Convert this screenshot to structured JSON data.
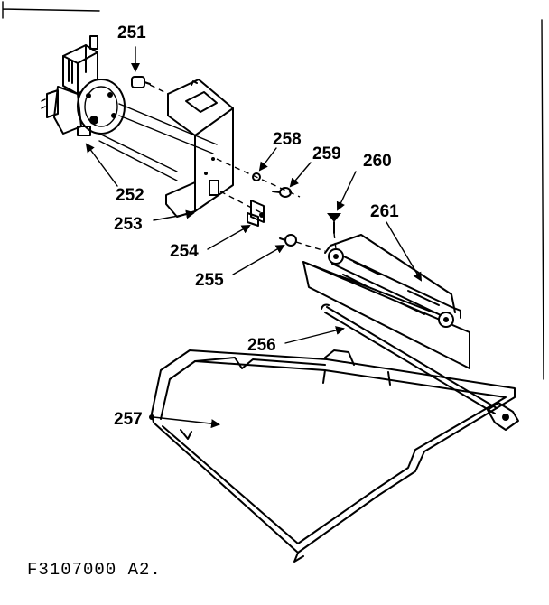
{
  "figure_code": "F3107000 A2.",
  "callouts": [
    {
      "id": "251",
      "text": "251"
    },
    {
      "id": "252",
      "text": "252"
    },
    {
      "id": "253",
      "text": "253"
    },
    {
      "id": "254",
      "text": "254"
    },
    {
      "id": "255",
      "text": "255"
    },
    {
      "id": "256",
      "text": "256"
    },
    {
      "id": "257",
      "text": "257"
    },
    {
      "id": "258",
      "text": "258"
    },
    {
      "id": "259",
      "text": "259"
    },
    {
      "id": "260",
      "text": "260"
    },
    {
      "id": "261",
      "text": "261"
    }
  ]
}
